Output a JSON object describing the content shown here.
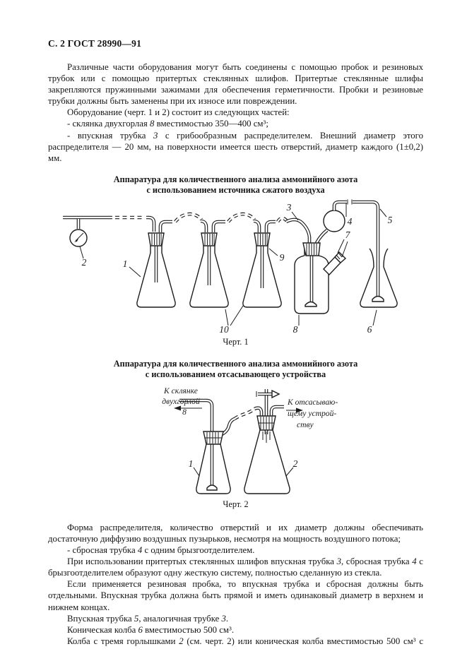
{
  "page": {
    "header": "С. 2 ГОСТ 28990—91"
  },
  "intro": {
    "p1": "Различные части оборудования могут быть соединены с помощью пробок и резиновых трубок или с помощью притертых стеклянных шлифов. Притертые стеклянные шлифы закрепляются пружинными зажимами для обеспечения герметичности. Пробки и резиновые трубки должны быть заменены при их износе или повреждении.",
    "p2": "Оборудование (черт. 1 и 2) состоит из следующих частей:",
    "p3a": "- склянка двухгорлая ",
    "p3b": "8",
    "p3c": " вместимостью 350—400 см³;",
    "p4a": "- впускная трубка ",
    "p4b": "3",
    "p4c": " с грибообразным распределителем. Внешний диаметр этого распределителя — 20 мм, на поверхности имеется шесть отверстий, диаметр каждого (1±0,2) мм."
  },
  "figure1": {
    "title1": "Аппаратура для количественного анализа аммонийного азота",
    "title2": "с использованием источника сжатого воздуха",
    "caption": "Черт. 1",
    "labels": {
      "n1": "1",
      "n2": "2",
      "n3": "3",
      "n4": "4",
      "n5": "5",
      "n6": "6",
      "n7": "7",
      "n8": "8",
      "n9": "9",
      "n10": "10"
    }
  },
  "figure2": {
    "title1": "Аппаратура для количественного анализа аммонийного азота",
    "title2": "с использованием отсасывающего устройства",
    "caption": "Черт. 2",
    "labels": {
      "n1": "1",
      "n2": "2"
    },
    "left_note": {
      "l1": "К склянке",
      "l2": "двухгорлой",
      "l3": "8"
    },
    "right_note": {
      "l1": "К отсасываю-",
      "l2": "щему устрой-",
      "l3": "ству"
    }
  },
  "outro": {
    "p1": "Форма распределителя, количество отверстий и их диаметр должны обеспечивать достаточную диффузию воздушных пузырьков, несмотря на мощность воздушного потока;",
    "p2a": "- сбросная трубка ",
    "p2b": "4",
    "p2c": " с одним брызгоотделителем.",
    "p3a": "При использовании притертых стеклянных шлифов впускная трубка ",
    "p3b": "3",
    "p3c": ", сбросная трубка ",
    "p3d": "4",
    "p3e": " с брызгоотделителем образуют одну жесткую систему, полностью сделанную из стекла.",
    "p4": "Если применяется резиновая пробка, то впускная трубка и сбросная должны быть отдельными. Впускная трубка должна быть прямой и иметь одинаковый диаметр в верхнем и нижнем концах.",
    "p5a": "Впускная трубка ",
    "p5b": "5",
    "p5c": ", аналогичная трубке ",
    "p5d": "3",
    "p5e": ".",
    "p6a": "Коническая колба ",
    "p6b": "6",
    "p6c": " вместимостью 500 см³.",
    "p7a": "Колба с тремя горлышками ",
    "p7b": "2",
    "p7c": " (см. черт. 2) или коническая колба вместимостью 500 см³ с"
  }
}
